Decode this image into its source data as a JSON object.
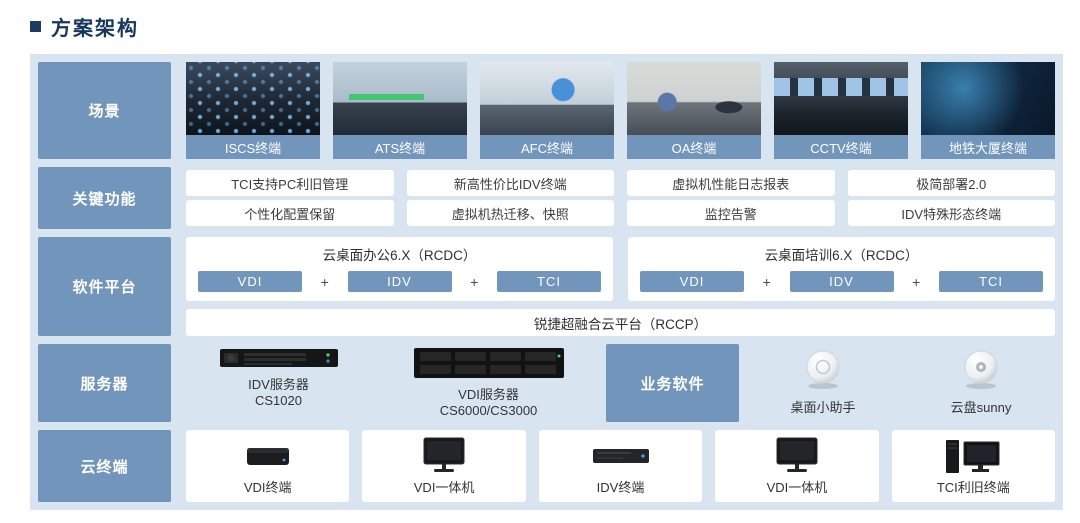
{
  "page": {
    "title": "方案架构"
  },
  "colors": {
    "accent": "#7295BC",
    "panel_bg": "#D8E5F1",
    "title": "#16365C",
    "box_bg": "#FFFFFF"
  },
  "rows": {
    "scene": {
      "label": "场景",
      "items": [
        {
          "label": "ISCS终端"
        },
        {
          "label": "ATS终端"
        },
        {
          "label": "AFC终端"
        },
        {
          "label": "OA终端"
        },
        {
          "label": "CCTV终端"
        },
        {
          "label": "地铁大厦终端"
        }
      ]
    },
    "functions": {
      "label": "关键功能",
      "row1": [
        "TCI支持PC利旧管理",
        "新高性价比IDV终端",
        "虚拟机性能日志报表",
        "极简部署2.0"
      ],
      "row2": [
        "个性化配置保留",
        "虚拟机热迁移、快照",
        "监控告警",
        "IDV特殊形态终端"
      ]
    },
    "software": {
      "label": "软件平台",
      "plus": "+",
      "groups": [
        {
          "title": "云桌面办公6.X（RCDC）",
          "components": [
            "VDI",
            "IDV",
            "TCI"
          ]
        },
        {
          "title": "云桌面培训6.X（RCDC）",
          "components": [
            "VDI",
            "IDV",
            "TCI"
          ]
        }
      ],
      "platform": "锐捷超融合云平台（RCCP）"
    },
    "servers": {
      "label": "服务器",
      "items": [
        {
          "name": "IDV服务器",
          "model": "CS1020"
        },
        {
          "name": "VDI服务器",
          "model": "CS6000/CS3000"
        }
      ],
      "business_label": "业务软件",
      "business_items": [
        {
          "label": "桌面小助手"
        },
        {
          "label": "云盘sunny"
        }
      ]
    },
    "terminals": {
      "label": "云终端",
      "items": [
        {
          "label": "VDI终端"
        },
        {
          "label": "VDI一体机"
        },
        {
          "label": "IDV终端"
        },
        {
          "label": "VDI一体机"
        },
        {
          "label": "TCI利旧终端"
        }
      ]
    }
  }
}
